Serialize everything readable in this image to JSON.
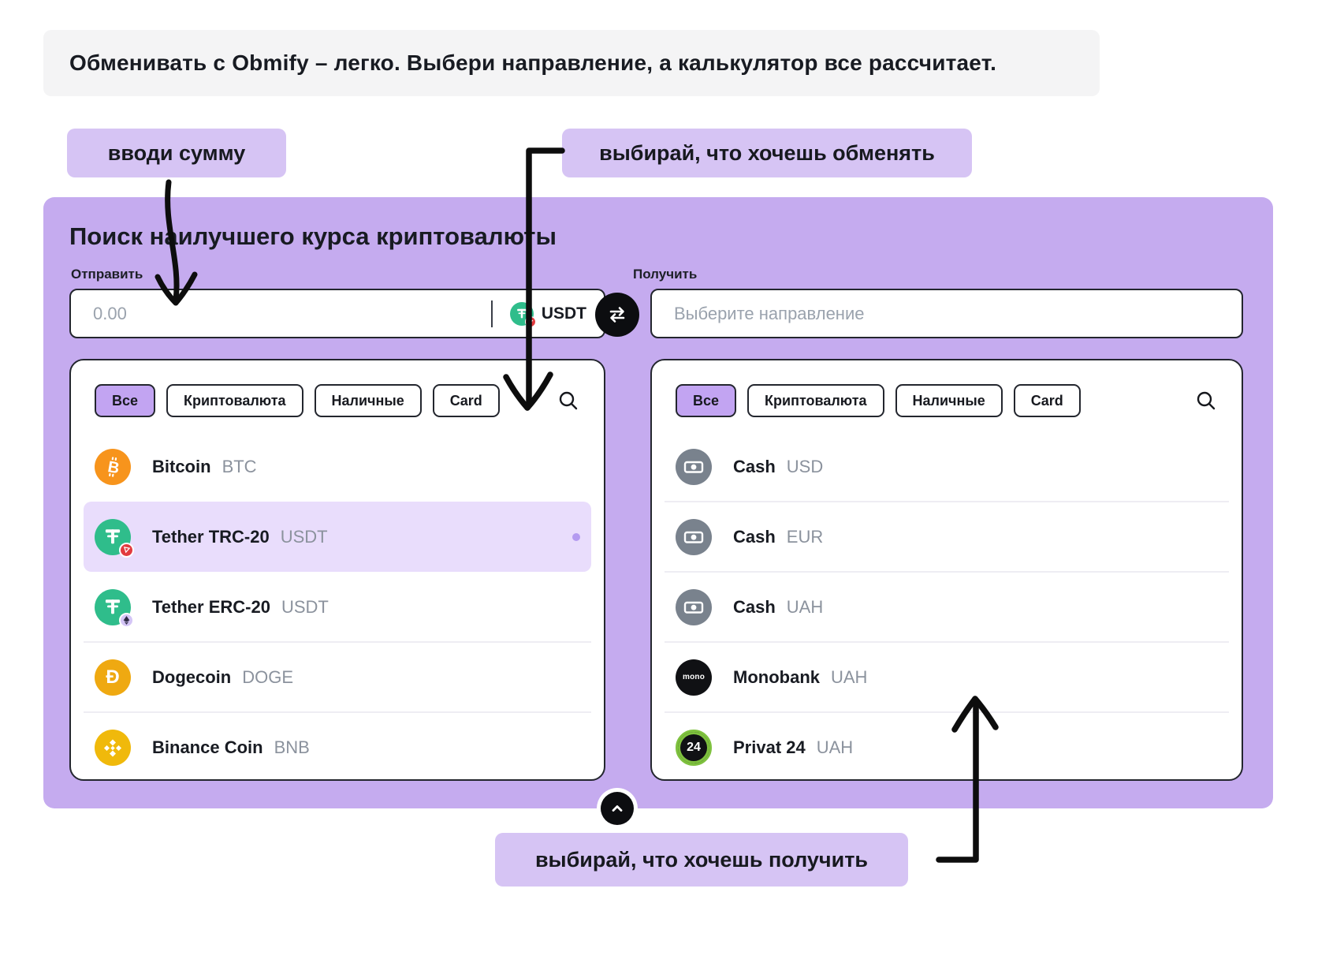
{
  "banner": {
    "text": "Обменивать с Obmify – легко. Выбери направление, а калькулятор все рассчитает."
  },
  "callouts": {
    "amount": "вводи сумму",
    "send": "выбирай, что хочешь обменять",
    "receive": "выбирай, что хочешь получить"
  },
  "calculator": {
    "title": "Поиск наилучшего курса криптовалюты",
    "send": {
      "label": "Отправить",
      "placeholder": "0.00",
      "selected_token": "USDT"
    },
    "receive": {
      "label": "Получить",
      "placeholder": "Выберите направление"
    }
  },
  "filters": {
    "all": "Все",
    "crypto": "Криптовалюта",
    "cash": "Наличные",
    "card": "Card",
    "selected": "Все"
  },
  "send_list": [
    {
      "name": "Bitcoin",
      "ticker": "BTC",
      "icon": "bitcoin-icon",
      "selected": false
    },
    {
      "name": "Tether TRC-20",
      "ticker": "USDT",
      "icon": "tether-tron-icon",
      "selected": true
    },
    {
      "name": "Tether ERC-20",
      "ticker": "USDT",
      "icon": "tether-eth-icon",
      "selected": false
    },
    {
      "name": "Dogecoin",
      "ticker": "DOGE",
      "icon": "dogecoin-icon",
      "selected": false
    },
    {
      "name": "Binance Coin",
      "ticker": "BNB",
      "icon": "binance-icon",
      "selected": false
    }
  ],
  "receive_list": [
    {
      "name": "Cash",
      "ticker": "USD",
      "icon": "cash-icon"
    },
    {
      "name": "Cash",
      "ticker": "EUR",
      "icon": "cash-icon"
    },
    {
      "name": "Cash",
      "ticker": "UAH",
      "icon": "cash-icon"
    },
    {
      "name": "Monobank",
      "ticker": "UAH",
      "icon": "monobank-icon"
    },
    {
      "name": "Privat 24",
      "ticker": "UAH",
      "icon": "privat24-icon"
    }
  ],
  "icon_text": {
    "monobank": "mono",
    "privat24": "24"
  },
  "colors": {
    "panel_purple": "#c5abef",
    "callout_purple": "#d6c4f4",
    "chip_selected": "#c2a4f2",
    "row_highlight": "#e9ddfc",
    "banner_gray": "#f4f4f5",
    "tether_green": "#2fbd8b",
    "bitcoin_orange": "#f7941c",
    "doge_yellow": "#efa911",
    "bnb_yellow": "#f0b90b",
    "cash_gray": "#79828d",
    "privat_green": "#7ec13e",
    "tron_red": "#e23b3f"
  }
}
